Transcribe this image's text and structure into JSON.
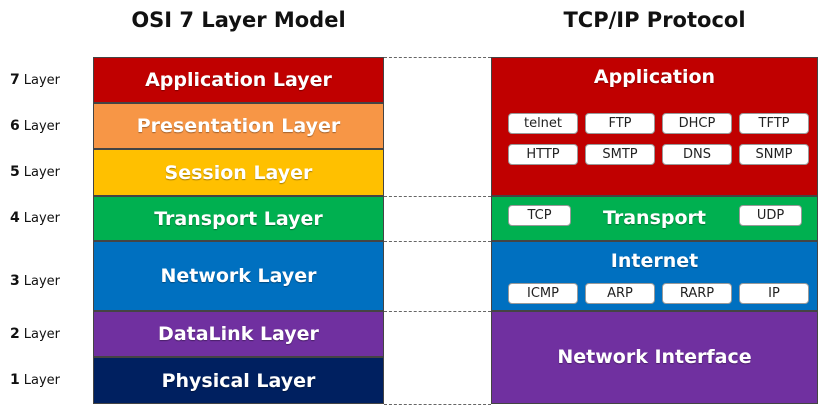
{
  "osi": {
    "title": "OSI 7 Layer Model",
    "layers": [
      {
        "num": "7",
        "unit": "Layer",
        "name": "Application Layer",
        "color": "#c00000"
      },
      {
        "num": "6",
        "unit": "Layer",
        "name": "Presentation Layer",
        "color": "#f79646"
      },
      {
        "num": "5",
        "unit": "Layer",
        "name": "Session Layer",
        "color": "#ffc000"
      },
      {
        "num": "4",
        "unit": "Layer",
        "name": "Transport Layer",
        "color": "#00b050"
      },
      {
        "num": "3",
        "unit": "Layer",
        "name": "Network Layer",
        "color": "#0070c0"
      },
      {
        "num": "2",
        "unit": "Layer",
        "name": "DataLink Layer",
        "color": "#7030a0"
      },
      {
        "num": "1",
        "unit": "Layer",
        "name": "Physical Layer",
        "color": "#002060"
      }
    ]
  },
  "tcpip": {
    "title": "TCP/IP Protocol",
    "application": {
      "name": "Application",
      "color": "#c00000",
      "protocols": [
        "telnet",
        "FTP",
        "DHCP",
        "TFTP",
        "HTTP",
        "SMTP",
        "DNS",
        "SNMP"
      ]
    },
    "transport": {
      "name": "Transport",
      "color": "#00b050",
      "protocols": [
        "TCP",
        "UDP"
      ]
    },
    "internet": {
      "name": "Internet",
      "color": "#0070c0",
      "protocols": [
        "ICMP",
        "ARP",
        "RARP",
        "IP"
      ]
    },
    "network_interface": {
      "name": "Network Interface",
      "color": "#7030a0"
    }
  }
}
